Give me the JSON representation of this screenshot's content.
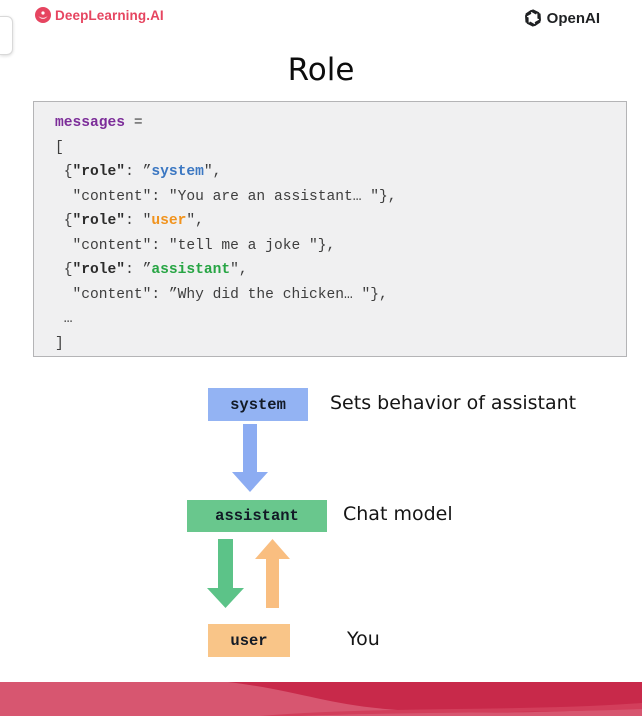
{
  "header": {
    "deeplearning": {
      "label": "DeepLearning.AI"
    },
    "openai": {
      "label": "OpenAI"
    }
  },
  "title": "Role",
  "code": {
    "tokens": {
      "p": {
        "color": "#3e3e3e",
        "bold": false
      },
      "b": {
        "color": "#2b2b2b",
        "bold": true
      },
      "var": {
        "color": "#7c2d99",
        "bold": true
      },
      "sys": {
        "color": "#3b77c2",
        "bold": true
      },
      "usr": {
        "color": "#f1931d",
        "bold": true
      },
      "ast": {
        "color": "#27a544",
        "bold": true
      }
    },
    "lines": [
      [
        [
          "var",
          "messages"
        ],
        [
          "p",
          " ="
        ]
      ],
      [
        [
          "p",
          "["
        ]
      ],
      [
        [
          "p",
          " {"
        ],
        [
          "b",
          "\"role\""
        ],
        [
          "p",
          ": ”"
        ],
        [
          "sys",
          "system"
        ],
        [
          "p",
          "\","
        ]
      ],
      [
        [
          "p",
          "  \"content\": \"You are an assistant… \"},"
        ]
      ],
      [
        [
          "p",
          " {"
        ],
        [
          "b",
          "\"role\""
        ],
        [
          "p",
          ": \""
        ],
        [
          "usr",
          "user"
        ],
        [
          "p",
          "\","
        ]
      ],
      [
        [
          "p",
          "  \"content\": \"tell me a joke \"},"
        ]
      ],
      [
        [
          "p",
          " {"
        ],
        [
          "b",
          "\"role\""
        ],
        [
          "p",
          ": ”"
        ],
        [
          "ast",
          "assistant"
        ],
        [
          "p",
          "\","
        ]
      ],
      [
        [
          "p",
          "  \"content\": ”Why did the chicken… \"},"
        ]
      ],
      [
        [
          "p",
          " …"
        ]
      ],
      [
        [
          "p",
          "]"
        ]
      ]
    ]
  },
  "diagram": {
    "rows": [
      {
        "box": "system",
        "desc": "Sets behavior of assistant"
      },
      {
        "box": "assistant",
        "desc": "Chat model"
      },
      {
        "box": "user",
        "desc": "You"
      }
    ]
  },
  "colors": {
    "brand_red": "#e64560",
    "openai_dark": "#1f2123",
    "system_box": "#93b3f3",
    "assistant_box": "#69c78d",
    "user_box": "#f9c588",
    "arrow_blue": "#8cacf2",
    "arrow_green": "#5cc388",
    "arrow_orange": "#f9be80",
    "banner_base": "#c8294a",
    "banner_light": "#d75670",
    "banner_mid": "#d23e5b"
  }
}
